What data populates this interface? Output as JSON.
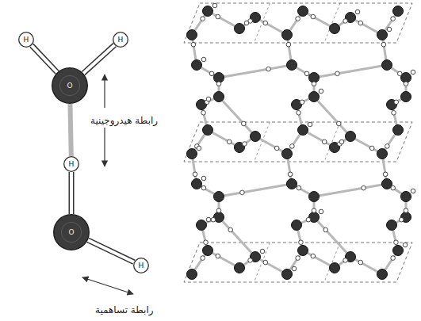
{
  "diagram": {
    "nodes": [
      {
        "text": [
          "H"
        ]
      },
      {
        "text": [
          "H"
        ]
      },
      {
        "text": [
          "O"
        ]
      },
      {
        "text": [
          "H"
        ]
      },
      {
        "text": [
          "O"
        ]
      },
      {
        "text": [
          "H"
        ]
      }
    ],
    "edges": [
      {
        "from": 0,
        "to": 2,
        "arrow": "none"
      },
      {
        "from": 1,
        "to": 2,
        "arrow": "none"
      },
      {
        "from": 2,
        "to": 3,
        "arrow": "none"
      },
      {
        "from": 3,
        "to": 4,
        "arrow": "none"
      },
      {
        "from": 4,
        "to": 5,
        "arrow": "none"
      }
    ],
    "labels": [
      "رابطة هيدروجينية",
      "رابطة تساهمية"
    ]
  }
}
